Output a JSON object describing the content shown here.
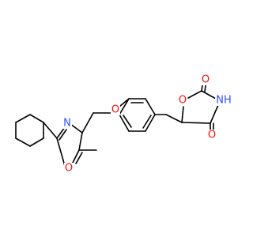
{
  "molecule": {
    "atoms": {
      "o_ether": "O",
      "n_oxazole": "N",
      "o_oxazole": "O",
      "o_ring": "O",
      "o_carbonyl_top": "O",
      "nh": "NH",
      "o_carbonyl_bottom": "O"
    },
    "colors": {
      "bond": "#000000",
      "oxygen": "#ff0d0d",
      "nitrogen": "#3050f8"
    }
  }
}
